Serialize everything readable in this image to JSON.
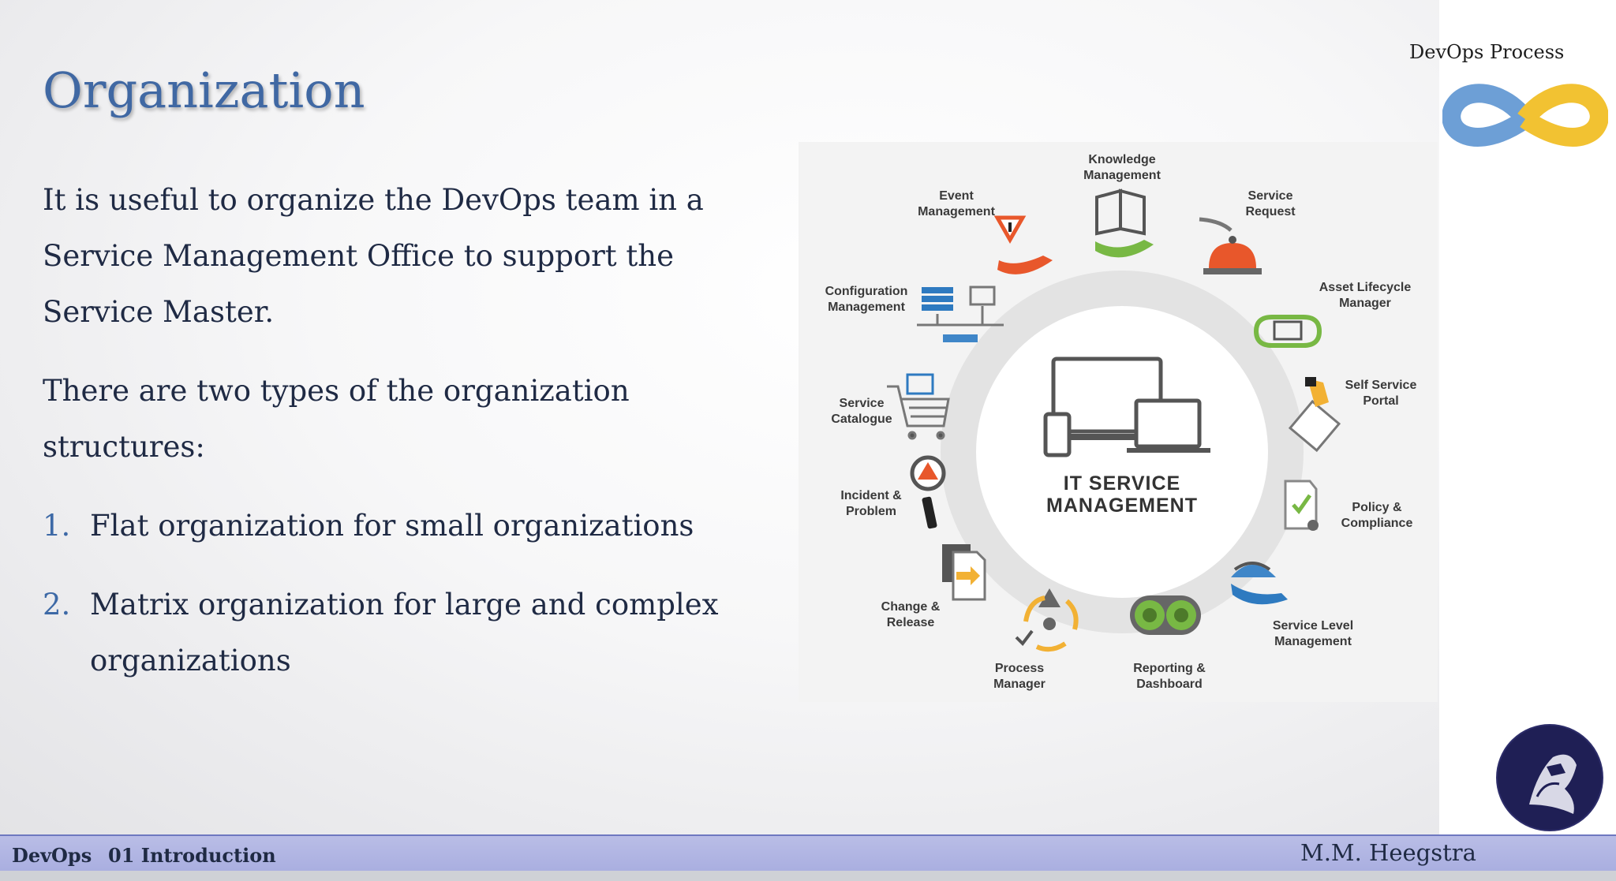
{
  "slide": {
    "title": "Organization",
    "body": {
      "paragraphs": [
        "It is useful to organize the DevOps team in a Service Management Office to support the Service Master.",
        "There are two types of the organization structures:"
      ],
      "list": [
        {
          "number": "1.",
          "text": "Flat organization for small organizations"
        },
        {
          "number": "2.",
          "text": "Matrix organization for large and complex organizations"
        }
      ]
    }
  },
  "diagram": {
    "center_lines": [
      "IT SERVICE",
      "MANAGEMENT"
    ],
    "nodes": [
      {
        "lines": [
          "Knowledge",
          "Management"
        ]
      },
      {
        "lines": [
          "Service",
          "Request"
        ]
      },
      {
        "lines": [
          "Asset Lifecycle",
          "Manager"
        ]
      },
      {
        "lines": [
          "Self Service",
          "Portal"
        ]
      },
      {
        "lines": [
          "Policy &",
          "Compliance"
        ]
      },
      {
        "lines": [
          "Service Level",
          "Management"
        ]
      },
      {
        "lines": [
          "Reporting &",
          "Dashboard"
        ]
      },
      {
        "lines": [
          "Process",
          "Manager"
        ]
      },
      {
        "lines": [
          "Change &",
          "Release"
        ]
      },
      {
        "lines": [
          "Incident &",
          "Problem"
        ]
      },
      {
        "lines": [
          "Service",
          "Catalogue"
        ]
      },
      {
        "lines": [
          "Configuration",
          "Management"
        ]
      },
      {
        "lines": [
          "Event",
          "Management"
        ]
      }
    ]
  },
  "sidebar": {
    "process_label": "DevOps Process"
  },
  "footer": {
    "course": "DevOps",
    "chapter": "01 Introduction",
    "author": "M.M. Heegstra"
  },
  "colors": {
    "title": "#4068a3",
    "footer_bar": "#b3b7e3",
    "infinity_blue": "#6d9fd6",
    "infinity_yellow": "#f2c232",
    "seal": "#1f1f55"
  }
}
